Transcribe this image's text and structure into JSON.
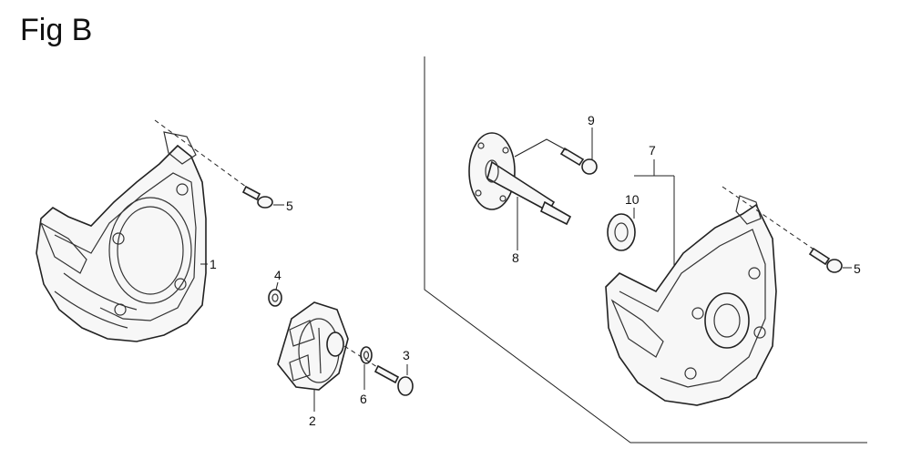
{
  "figure": {
    "title": "Fig B"
  },
  "callouts": {
    "c1": "1",
    "c2": "2",
    "c3": "3",
    "c4": "4",
    "c5_left": "5",
    "c5_right": "5",
    "c6": "6",
    "c7": "7",
    "c8": "8",
    "c9": "9",
    "c10": "10"
  }
}
